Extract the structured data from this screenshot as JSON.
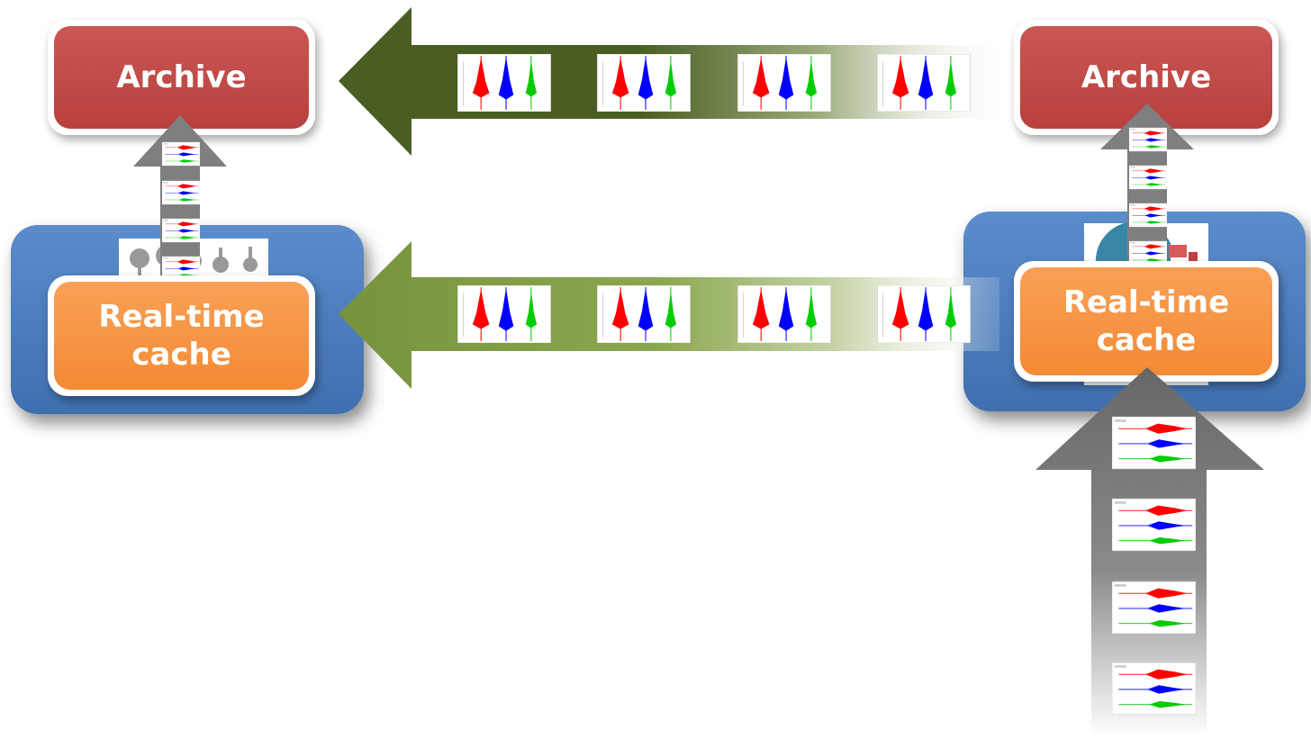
{
  "diagram": {
    "left_site": {
      "archive_label": "Archive",
      "cache_label": "Real-time\ncache"
    },
    "right_site": {
      "archive_label": "Archive",
      "cache_label": "Real-time\ncache"
    },
    "flows": [
      {
        "name": "archive-to-archive",
        "direction": "right-to-left",
        "color": "#4a5e23"
      },
      {
        "name": "cache-to-cache",
        "direction": "right-to-left",
        "color": "#77933c"
      },
      {
        "name": "left-cache-to-archive",
        "direction": "bottom-to-top",
        "color": "#7f7f7f"
      },
      {
        "name": "right-cache-to-archive",
        "direction": "bottom-to-top",
        "color": "#7f7f7f"
      },
      {
        "name": "incoming-data",
        "direction": "bottom-to-top",
        "color": "#6f6f6f"
      }
    ],
    "colors": {
      "archive": "#c0504d",
      "cache": "#f79646",
      "server": "#4f81bd",
      "trace_red": "#ff0000",
      "trace_blue": "#0000ff",
      "trace_green": "#00cc00"
    }
  }
}
